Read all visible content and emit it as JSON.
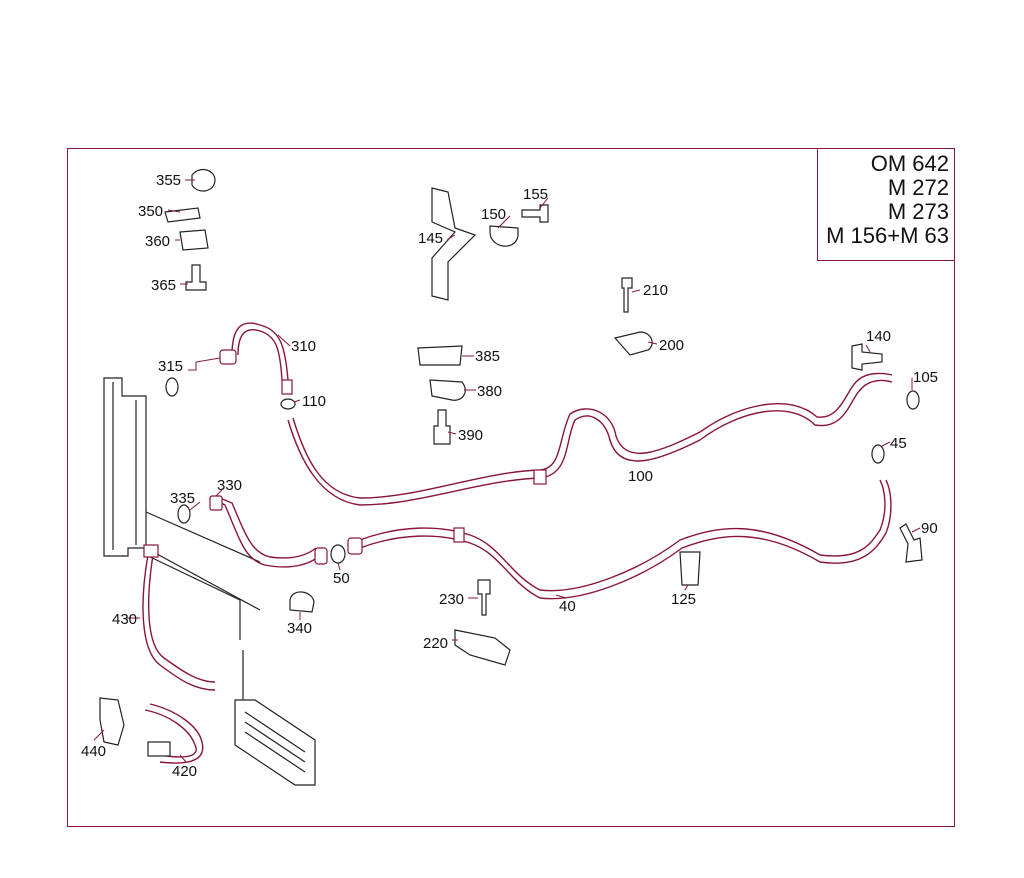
{
  "engine_variants": [
    "OM 642",
    "M 272",
    "M 273",
    "M 156+M 63"
  ],
  "callouts": {
    "c355": "355",
    "c350": "350",
    "c360": "360",
    "c365": "365",
    "c145": "145",
    "c150": "150",
    "c155": "155",
    "c210": "210",
    "c200": "200",
    "c310": "310",
    "c315": "315",
    "c110": "110",
    "c385": "385",
    "c380": "380",
    "c390": "390",
    "c140": "140",
    "c105": "105",
    "c100": "100",
    "c45": "45",
    "c90": "90",
    "c335": "335",
    "c330": "330",
    "c50": "50",
    "c40": "40",
    "c125": "125",
    "c230": "230",
    "c220": "220",
    "c340": "340",
    "c430": "430",
    "c440": "440",
    "c420": "420"
  },
  "colors": {
    "frame": "#8a1538",
    "line": "#222222"
  }
}
